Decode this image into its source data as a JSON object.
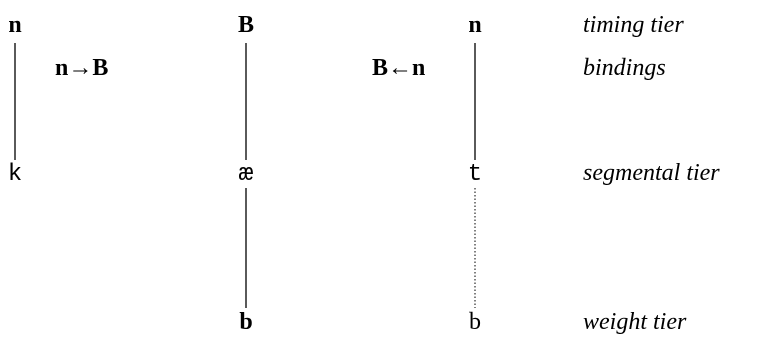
{
  "timing_tier": {
    "left_symbol": "n",
    "middle_symbol": "B",
    "right_symbol": "n",
    "label": "timing tier"
  },
  "bindings": {
    "left_binding": "n→B",
    "right_binding": "B←n",
    "label": "bindings"
  },
  "segmental_tier": {
    "left_segment": "k",
    "middle_segment": "æ",
    "right_segment": "t",
    "label": "segmental tier"
  },
  "weight_tier": {
    "middle_symbol": "b",
    "right_symbol": "b",
    "label": "weight tier"
  }
}
